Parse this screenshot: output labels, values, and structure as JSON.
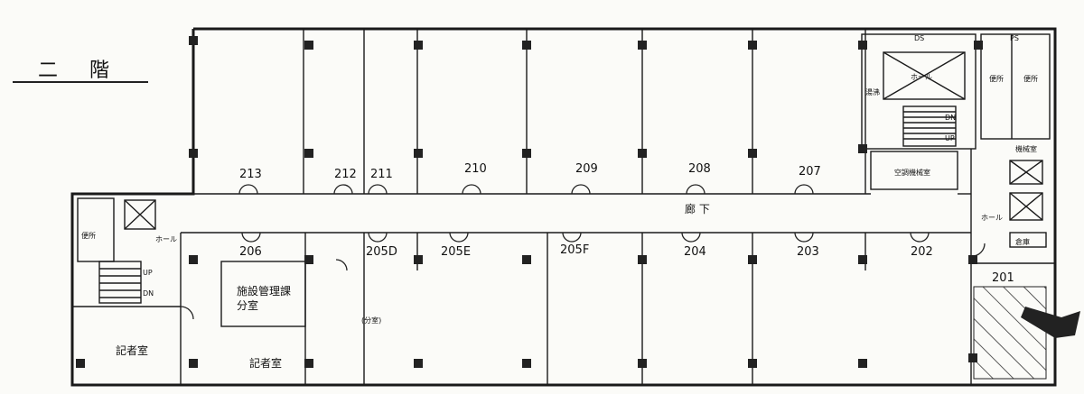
{
  "floor_title": "二 階",
  "rooms": {
    "r213": "213",
    "r212": "212",
    "r211": "211",
    "r210": "210",
    "r209": "209",
    "r208": "208",
    "r207": "207",
    "r206": "206",
    "r205D": "205D",
    "r205E": "205E",
    "r205F": "205F",
    "r204": "204",
    "r203": "203",
    "r202": "202",
    "r201": "201"
  },
  "labels": {
    "corridor": "廊 下",
    "hall_left": "ホール",
    "hall_right": "ホール",
    "facilities_office": "施設管理課",
    "branch_office": "分室",
    "press_room_left": "記者室",
    "press_room_right": "記者室",
    "branch": "(分室)",
    "air_conditioning_room": "空調機械室",
    "storage": "倉庫",
    "ps": "PS",
    "ds": "DS",
    "elevator_hall": "ホール",
    "wc_left": "便所",
    "wc_right": "便所",
    "wc_middle": "便所",
    "stair_up_left": "UP",
    "stair_dn_left": "DN",
    "stair_up_right": "UP",
    "stair_dn_right": "DN",
    "water_closet": "湯沸",
    "mechanical": "機械室",
    "small_label": "倉庫"
  }
}
